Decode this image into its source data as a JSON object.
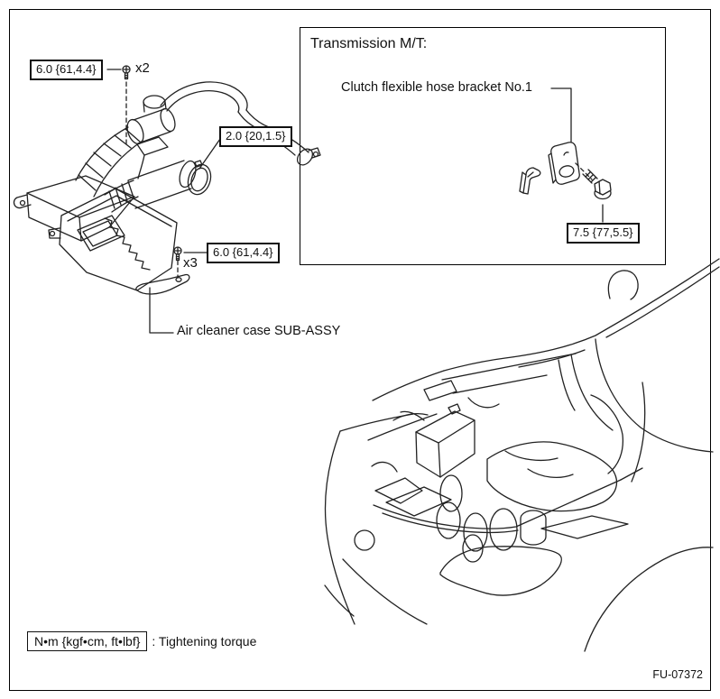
{
  "doc": {
    "figure_id": "FU-07372"
  },
  "air_cleaner_view": {
    "part_label": "Air cleaner case SUB-ASSY",
    "torque_bolt_top": {
      "value": "6.0 {61,4.4}",
      "count": "x2"
    },
    "torque_clamp": {
      "value": "2.0 {20,1.5}"
    },
    "torque_bolt_bottom": {
      "value": "6.0 {61,4.4}",
      "count": "x3"
    }
  },
  "transmission_inset": {
    "title": "Transmission M/T:",
    "part_label": "Clutch flexible hose bracket No.1",
    "torque_bolt": {
      "value": "7.5 {77,5.5}"
    }
  },
  "legend": {
    "unit_symbol": "N•m {kgf•cm, ft•lbf}",
    "description": ": Tightening torque"
  },
  "colors": {
    "line": "#222222",
    "background": "#ffffff"
  }
}
